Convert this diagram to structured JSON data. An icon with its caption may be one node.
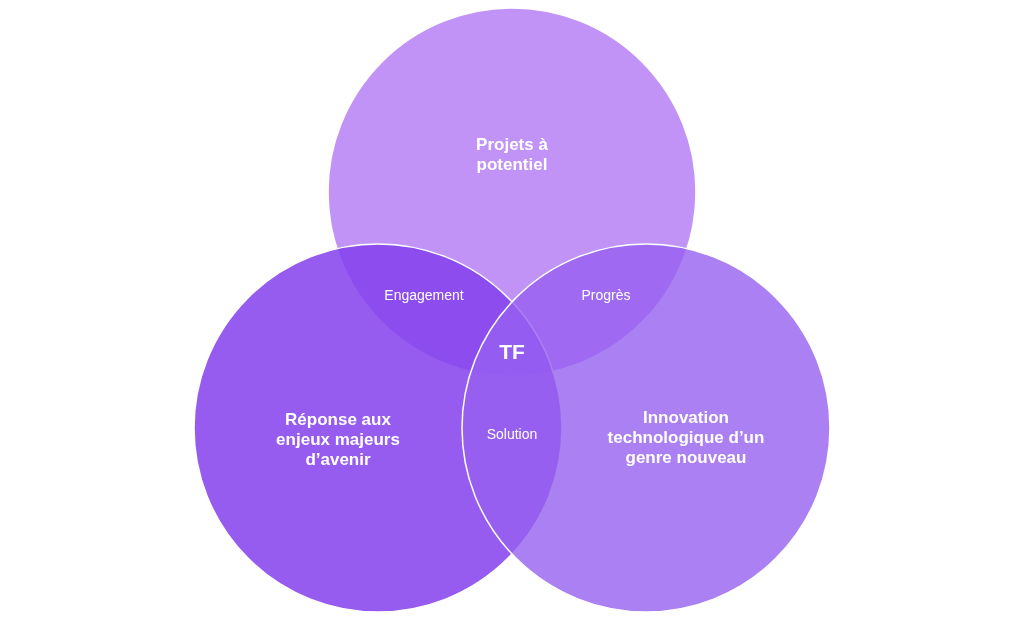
{
  "diagram": {
    "nodes": [
      {
        "text": [
          "Projets à potentiel"
        ]
      },
      {
        "text": [
          "Réponse aux enjeux majeurs d’avenir"
        ]
      },
      {
        "text": [
          "Innovation technologique d’un genre nouveau"
        ]
      }
    ],
    "labels": [
      "Engagement",
      "Progrès",
      "TF",
      "Solution"
    ]
  }
}
